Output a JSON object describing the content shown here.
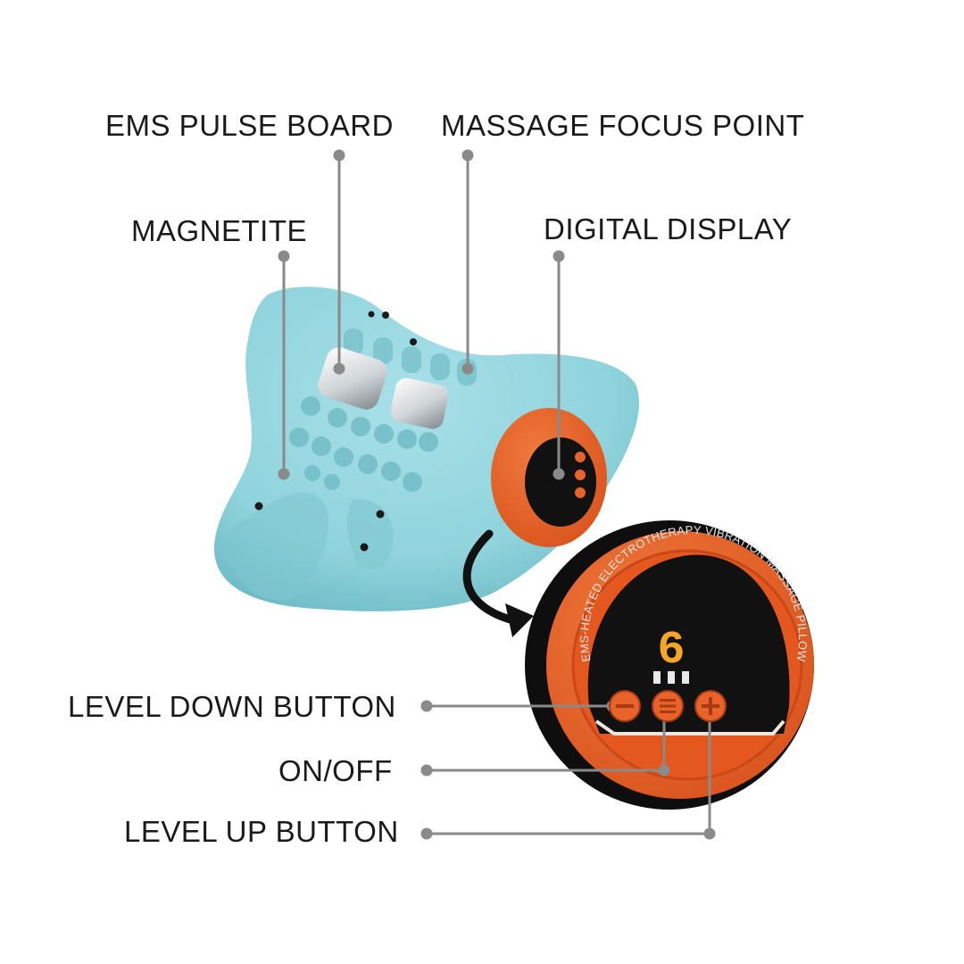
{
  "labels": {
    "ems_pulse_board": "EMS PULSE BOARD",
    "massage_focus_point": "MASSAGE FOCUS POINT",
    "magnetite": "MAGNETITE",
    "digital_display": "DIGITAL DISPLAY",
    "level_down_button": "LEVEL DOWN BUTTON",
    "on_off": "ON/OFF",
    "level_up_button": "LEVEL UP BUTTON"
  },
  "panel": {
    "arc_text": "EMS-HEATED ELECTROTHERAPY VIBRATION MASSAGE PILLOW",
    "level_digit": "6"
  },
  "colors": {
    "pillow": "#8fd3dc",
    "pillow_shade": "#6fbcc7",
    "panel_orange": "#e8622a",
    "panel_dark": "#111111",
    "digit": "#f5a623",
    "leader": "#8a8a8a"
  },
  "icons": [
    "pillow-image",
    "curved-arrow-icon",
    "minus-icon",
    "menu-icon",
    "plus-icon"
  ]
}
